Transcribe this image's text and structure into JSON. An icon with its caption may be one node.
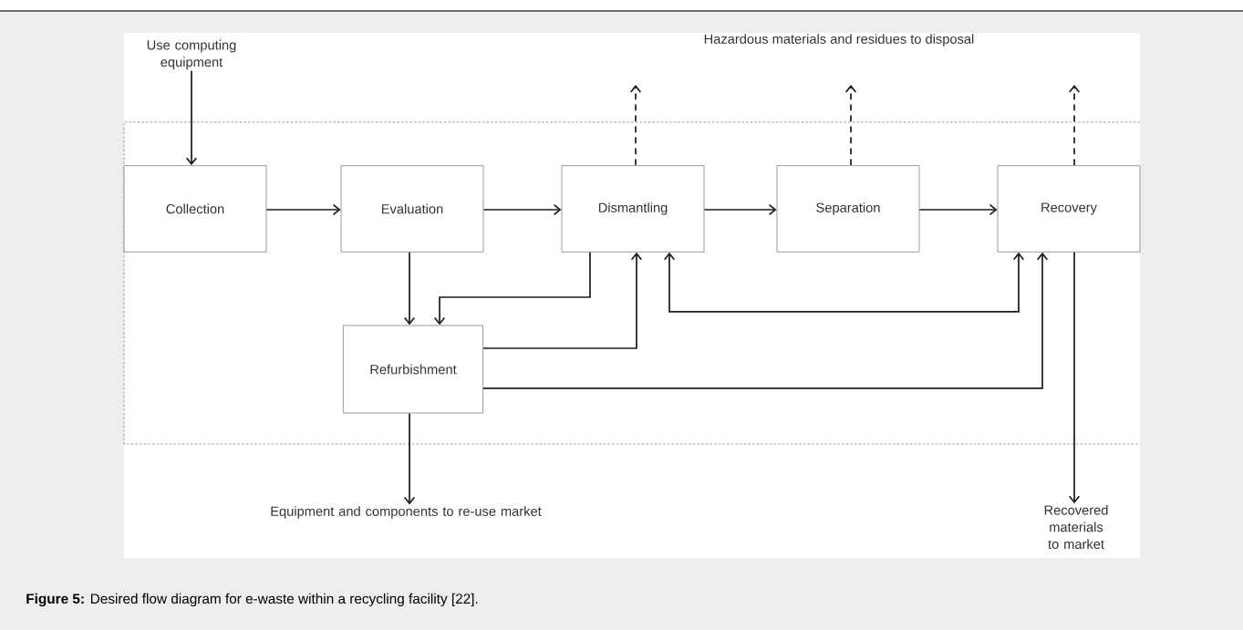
{
  "diagram": {
    "caption": "**Figure 5:** Desired flow diagram for e-waste within a recycling facility [22].",
    "nodes": [
      {
        "text": [
          "Use computing equipment"
        ]
      },
      {
        "text": [
          "Collection"
        ]
      },
      {
        "text": [
          "Evaluation"
        ]
      },
      {
        "text": [
          "Dismantling"
        ]
      },
      {
        "text": [
          "Separation"
        ]
      },
      {
        "text": [
          "Recovery"
        ]
      },
      {
        "text": [
          "Refurbishment"
        ]
      },
      {
        "text": [
          "Equipment and components to re-use market"
        ]
      },
      {
        "text": [
          "Recovered materials to market"
        ]
      }
    ],
    "edges": [
      {
        "from": 0,
        "to": 1,
        "arrow": "to"
      },
      {
        "from": 1,
        "to": 2,
        "arrow": "to"
      },
      {
        "from": 2,
        "to": 3,
        "arrow": "to"
      },
      {
        "from": 3,
        "to": 4,
        "arrow": "to"
      },
      {
        "from": 4,
        "to": 5,
        "arrow": "to"
      },
      {
        "from": 2,
        "to": 6,
        "arrow": "to"
      },
      {
        "from": 3,
        "to": 6,
        "arrow": "to"
      },
      {
        "from": 6,
        "to": 3,
        "arrow": "to"
      },
      {
        "from": 3,
        "to": 5,
        "arrow": "both"
      },
      {
        "from": 6,
        "to": 5,
        "arrow": "to"
      },
      {
        "from": 5,
        "to": 8,
        "arrow": "to"
      },
      {
        "from": 6,
        "to": 7,
        "arrow": "to"
      },
      {
        "from": 3,
        "to": null,
        "arrow": "to",
        "style": "dashed"
      },
      {
        "from": 4,
        "to": null,
        "arrow": "to",
        "style": "dashed"
      },
      {
        "from": 5,
        "to": null,
        "arrow": "to",
        "style": "dashed"
      }
    ],
    "labels": [
      "Hazardous materials and residues to disposal"
    ]
  }
}
